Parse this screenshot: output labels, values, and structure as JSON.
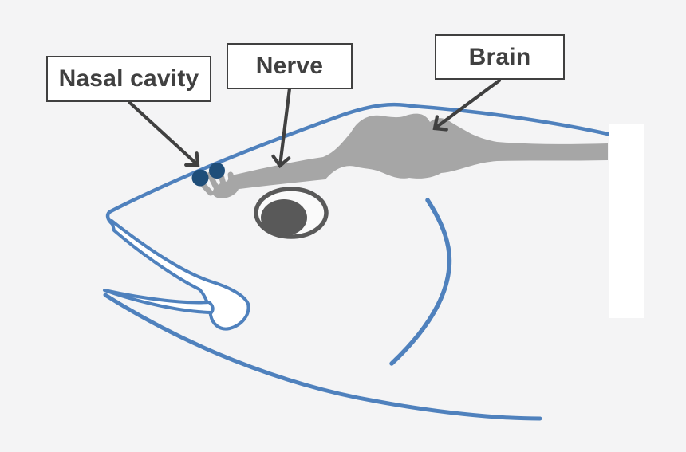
{
  "diagram": {
    "name": "Fish head anatomy diagram",
    "labels": {
      "nasal_cavity": "Nasal cavity",
      "nerve": "Nerve",
      "brain": "Brain"
    },
    "colors": {
      "background": "#f4f4f5",
      "fish_outline_blue": "#4f81bd",
      "nasal_dot_navy": "#1f4e79",
      "brain_gray": "#a6a6a6",
      "eye_gray": "#595959",
      "label_ink": "#404040",
      "label_fill": "#ffffff"
    }
  }
}
